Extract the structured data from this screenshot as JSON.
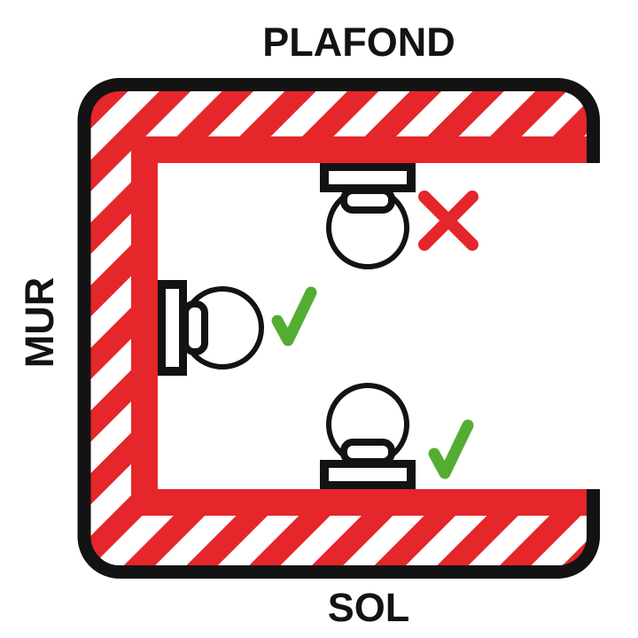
{
  "labels": {
    "ceiling": "PLAFOND",
    "wall": "MUR",
    "floor": "SOL"
  },
  "diagram": {
    "type": "mounting-orientation-safety-diagram",
    "frame": "c-shaped-room-cross-section-with-hazard-stripes",
    "device": "dome-detector-with-mounting-base",
    "placements": [
      {
        "surface": "ceiling",
        "allowed": false,
        "mark": "cross"
      },
      {
        "surface": "wall",
        "allowed": true,
        "mark": "check"
      },
      {
        "surface": "floor",
        "allowed": true,
        "mark": "check"
      }
    ]
  },
  "colors": {
    "hazard_red": "#E5262B",
    "allowed_green": "#54AD33",
    "outline_black": "#131313",
    "background": "#FFFFFF"
  }
}
